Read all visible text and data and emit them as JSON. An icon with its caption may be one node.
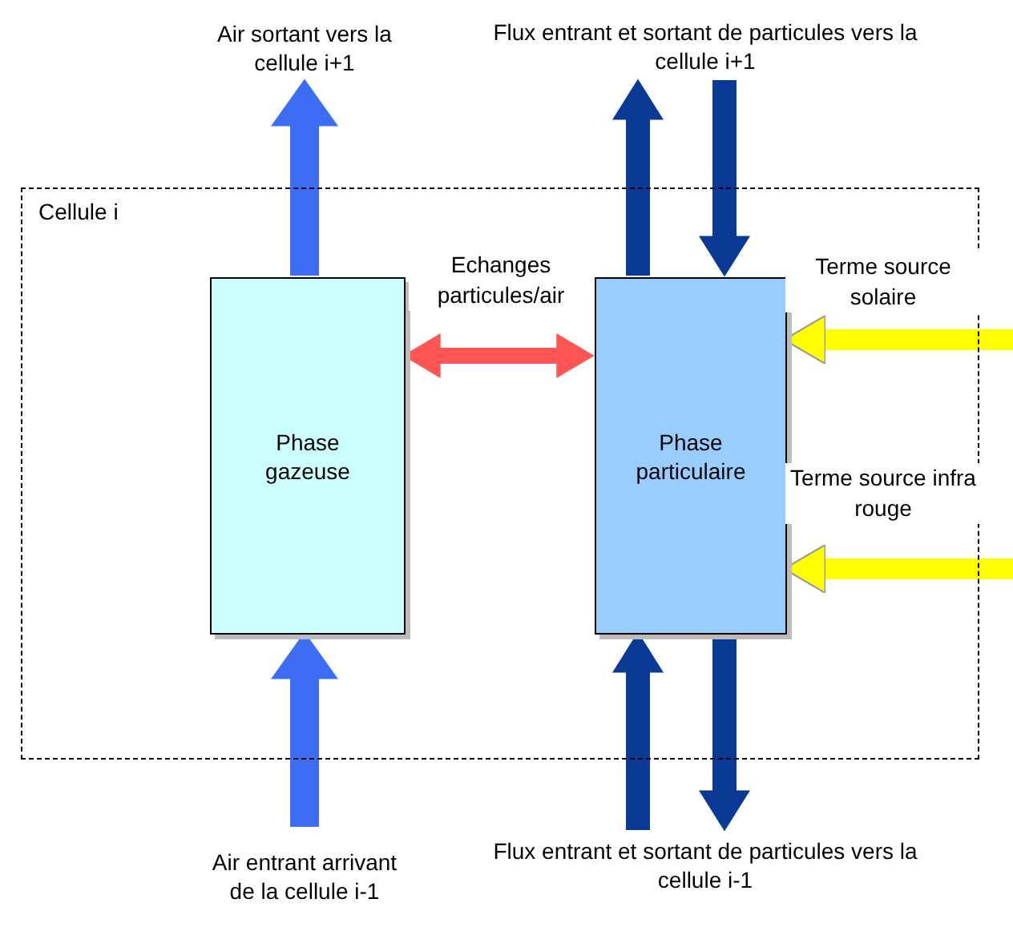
{
  "diagram": {
    "nodes": [
      {
        "text": [
          "Cellule i"
        ]
      },
      {
        "text": [
          "Phase gazeuse"
        ],
        "in": 0
      },
      {
        "text": [
          "Phase particulaire"
        ],
        "in": 0
      },
      {
        "text": [
          "Air sortant vers la cellule i+1"
        ]
      },
      {
        "text": [
          "Air entrant arrivant de la cellule i-1"
        ]
      },
      {
        "text": [
          "Flux entrant et sortant de particules vers la cellule i+1"
        ]
      },
      {
        "text": [
          "Flux entrant et sortant de particules vers la cellule i-1"
        ]
      }
    ],
    "edges": [
      {
        "from": 1,
        "to": 3,
        "arrow": "to",
        "color": "#3d6cf5"
      },
      {
        "from": 4,
        "to": 1,
        "arrow": "to",
        "color": "#3d6cf5"
      },
      {
        "from": 1,
        "to": 2,
        "arrow": "both",
        "color": "#ff5555",
        "label": "Echanges particules/air"
      },
      {
        "from": 2,
        "to": 5,
        "arrow": "to",
        "color": "#0a3a96"
      },
      {
        "from": 5,
        "to": 2,
        "arrow": "to",
        "color": "#0a3a96"
      },
      {
        "from": 6,
        "to": 2,
        "arrow": "to",
        "color": "#0a3a96"
      },
      {
        "from": 2,
        "to": 6,
        "arrow": "to",
        "color": "#0a3a96"
      },
      {
        "from": null,
        "to": 2,
        "arrow": "to",
        "color": "#ffff00",
        "label": "Terme source solaire"
      },
      {
        "from": null,
        "to": 2,
        "arrow": "to",
        "color": "#ffff00",
        "label": "Terme source infra rouge"
      }
    ]
  }
}
